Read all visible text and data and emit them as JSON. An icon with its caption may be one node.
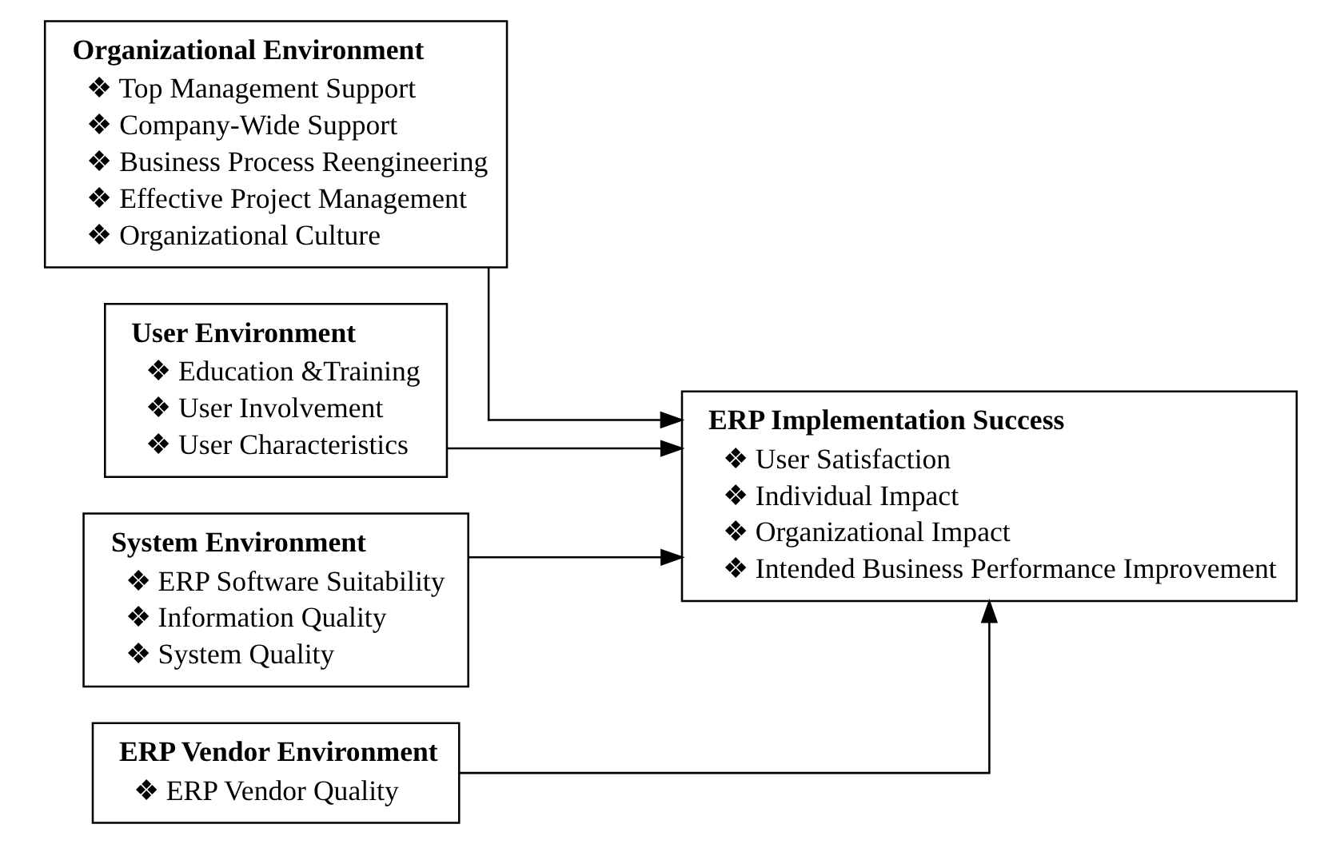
{
  "diagram": {
    "nodes": [
      {
        "text": [
          "Organizational Environment",
          "❖ Top Management Support",
          "❖ Company-Wide Support",
          "❖ Business Process Reengineering",
          "❖ Effective Project Management",
          "❖ Organizational Culture"
        ]
      },
      {
        "text": [
          "User Environment",
          "❖ Education &Training",
          "❖ User Involvement",
          "❖ User Characteristics"
        ]
      },
      {
        "text": [
          "System Environment",
          "❖ ERP Software Suitability",
          "❖ Information Quality",
          "❖ System Quality"
        ]
      },
      {
        "text": [
          "ERP Vendor Environment",
          "❖ ERP Vendor Quality"
        ]
      },
      {
        "text": [
          "ERP Implementation Success",
          "❖ User Satisfaction",
          "❖ Individual Impact",
          "❖ Organizational Impact",
          "❖ Intended Business Performance Improvement"
        ]
      }
    ],
    "edges": [
      {
        "from": 0,
        "to": 4,
        "arrow": "to"
      },
      {
        "from": 1,
        "to": 4,
        "arrow": "to"
      },
      {
        "from": 2,
        "to": 4,
        "arrow": "to"
      },
      {
        "from": 3,
        "to": 4,
        "arrow": "to"
      }
    ]
  }
}
